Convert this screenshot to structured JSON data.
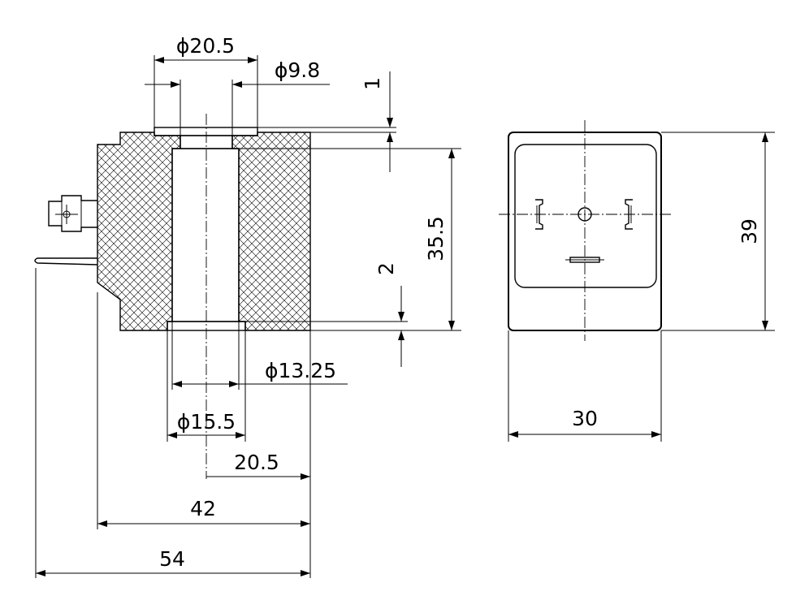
{
  "dimensions": {
    "phi_20_5": "ϕ20.5",
    "phi_9_8": "ϕ9.8",
    "top_1": "1",
    "height_35_5": "35.5",
    "gap_2": "2",
    "phi_13_25": "ϕ13.25",
    "phi_15_5": "ϕ15.5",
    "half_20_5": "20.5",
    "width_42": "42",
    "width_54": "54",
    "height_39": "39",
    "width_30": "30"
  }
}
